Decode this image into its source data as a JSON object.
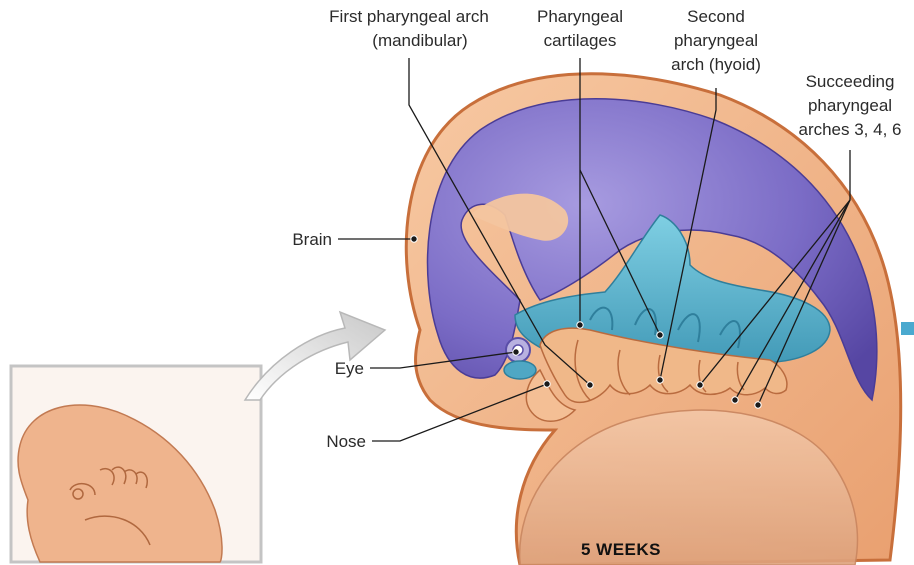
{
  "labels": {
    "first_arch_l1": "First pharyngeal arch",
    "first_arch_l2": "(mandibular)",
    "cartilages_l1": "Pharyngeal",
    "cartilages_l2": "cartilages",
    "second_arch_l1": "Second",
    "second_arch_l2": "pharyngeal",
    "second_arch_l3": "arch (hyoid)",
    "succeeding_l1": "Succeeding",
    "succeeding_l2": "pharyngeal",
    "succeeding_l3": "arches 3, 4, 6",
    "brain": "Brain",
    "eye": "Eye",
    "nose": "Nose"
  },
  "caption": "5 WEEKS",
  "colors": {
    "skin_outline": "#d9834e",
    "skin_fill": "#f2b184",
    "brain": "#7d6fc4",
    "cartilage": "#5fb3cc",
    "inset_frame": "#bdbdbd",
    "arrow": "#c9c9c9"
  }
}
